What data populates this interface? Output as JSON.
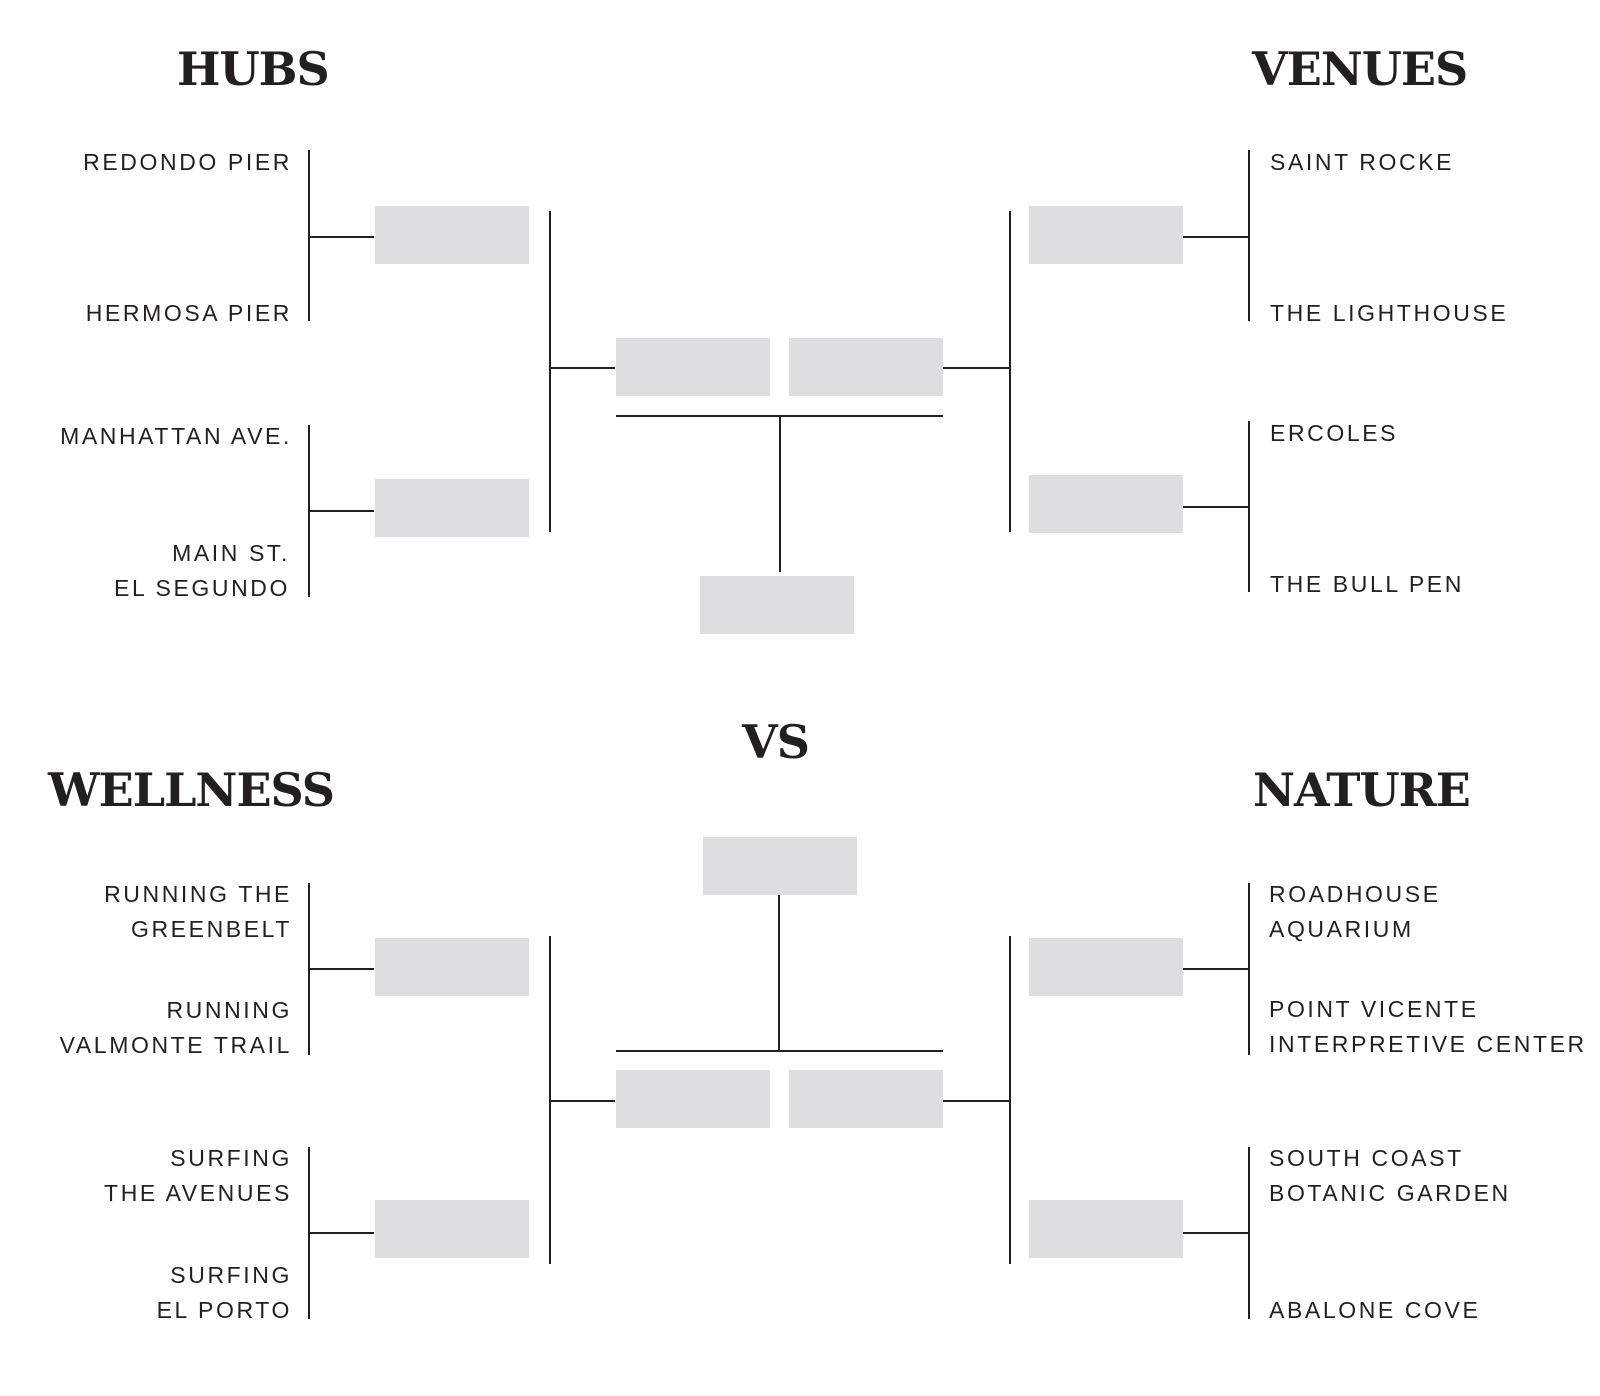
{
  "headings": {
    "hubs": "HUBS",
    "venues": "VENUES",
    "versus": "VS",
    "wellness": "WELLNESS",
    "nature": "NATURE"
  },
  "brackets": {
    "hubs": [
      "REDONDO PIER",
      "HERMOSA PIER",
      "MANHATTAN AVE.",
      [
        "MAIN ST.",
        "EL SEGUNDO"
      ]
    ],
    "venues": [
      "SAINT ROCKE",
      "THE LIGHTHOUSE",
      "ERCOLES",
      "THE BULL PEN"
    ],
    "wellness": [
      [
        "RUNNING THE",
        "GREENBELT"
      ],
      [
        "RUNNING",
        "VALMONTE TRAIL"
      ],
      [
        "SURFING",
        "THE AVENUES"
      ],
      [
        "SURFING",
        "EL PORTO"
      ]
    ],
    "nature": [
      [
        "ROADHOUSE",
        "AQUARIUM"
      ],
      [
        "POINT VICENTE",
        "INTERPRETIVE CENTER"
      ],
      [
        "SOUTH COAST",
        "BOTANIC GARDEN"
      ],
      "ABALONE COVE"
    ]
  },
  "colors": {
    "line": "#231f20",
    "slot": "#dddee0",
    "text": "#231f20"
  }
}
